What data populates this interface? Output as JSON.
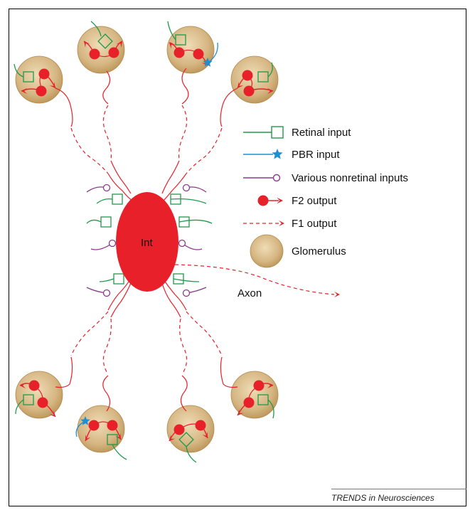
{
  "interneuron_label": "Int",
  "axon_label": "Axon",
  "legend": [
    {
      "key": "retinal",
      "label": "Retinal input"
    },
    {
      "key": "pbr",
      "label": "PBR input"
    },
    {
      "key": "nonretinal",
      "label": "Various nonretinal inputs"
    },
    {
      "key": "f2",
      "label": "F2 output"
    },
    {
      "key": "f1",
      "label": "F1 output"
    },
    {
      "key": "glomerulus",
      "label": "Glomerulus"
    }
  ],
  "credit": "TRENDS in Neurosciences",
  "colors": {
    "red": "#e8202a",
    "green": "#1f9a4b",
    "blue": "#1c8fd6",
    "purple": "#8a3a8c",
    "glomerulus": "#d6b683",
    "glomerulus_edge": "#b38a4d"
  }
}
